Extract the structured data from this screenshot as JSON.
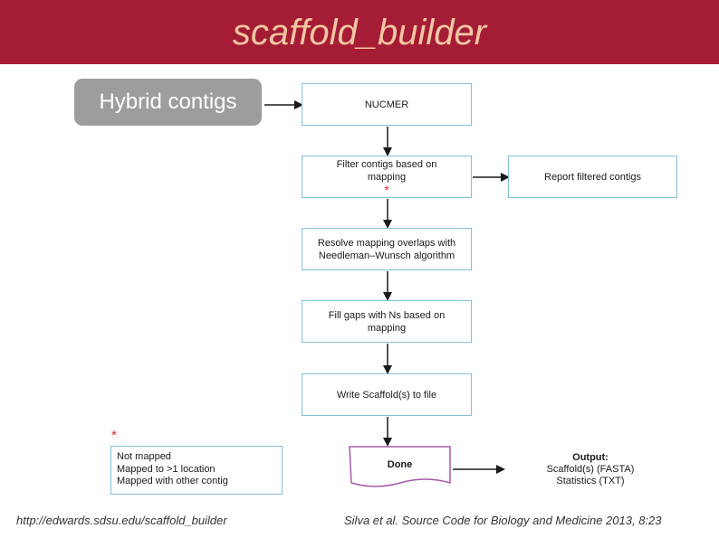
{
  "header": {
    "title": "scaffold_builder"
  },
  "diagram": {
    "input_label": "Hybrid contigs",
    "steps": [
      "NUCMER",
      "Filter contigs based on mapping",
      "Resolve mapping overlaps with Needleman–Wunsch algorithm",
      "Fill gaps with Ns based on mapping",
      "Write Scaffold(s) to file"
    ],
    "filter_step": {
      "line1": "Filter contigs based on",
      "line2": "mapping",
      "marker": "*"
    },
    "resolve_step": {
      "line1": "Resolve mapping overlaps with",
      "line2": "Needleman–Wunsch algorithm"
    },
    "fill_step": {
      "line1": "Fill gaps with Ns based on",
      "line2": "mapping"
    },
    "report": "Report filtered contigs",
    "done": "Done",
    "output": {
      "title": "Output:",
      "line1": "Scaffold(s) (FASTA)",
      "line2": "Statistics (TXT)"
    },
    "legend": {
      "marker": "*",
      "items": [
        "Not mapped",
        "Mapped to >1 location",
        "Mapped with other contig"
      ]
    },
    "colors": {
      "header": "#a51c35",
      "box_border": "#84bfd6",
      "marker": "#d8292d"
    }
  },
  "footer": {
    "url": "http://edwards.sdsu.edu/scaffold_builder",
    "citation": "Silva et al. Source Code for Biology and Medicine 2013, 8:23"
  }
}
